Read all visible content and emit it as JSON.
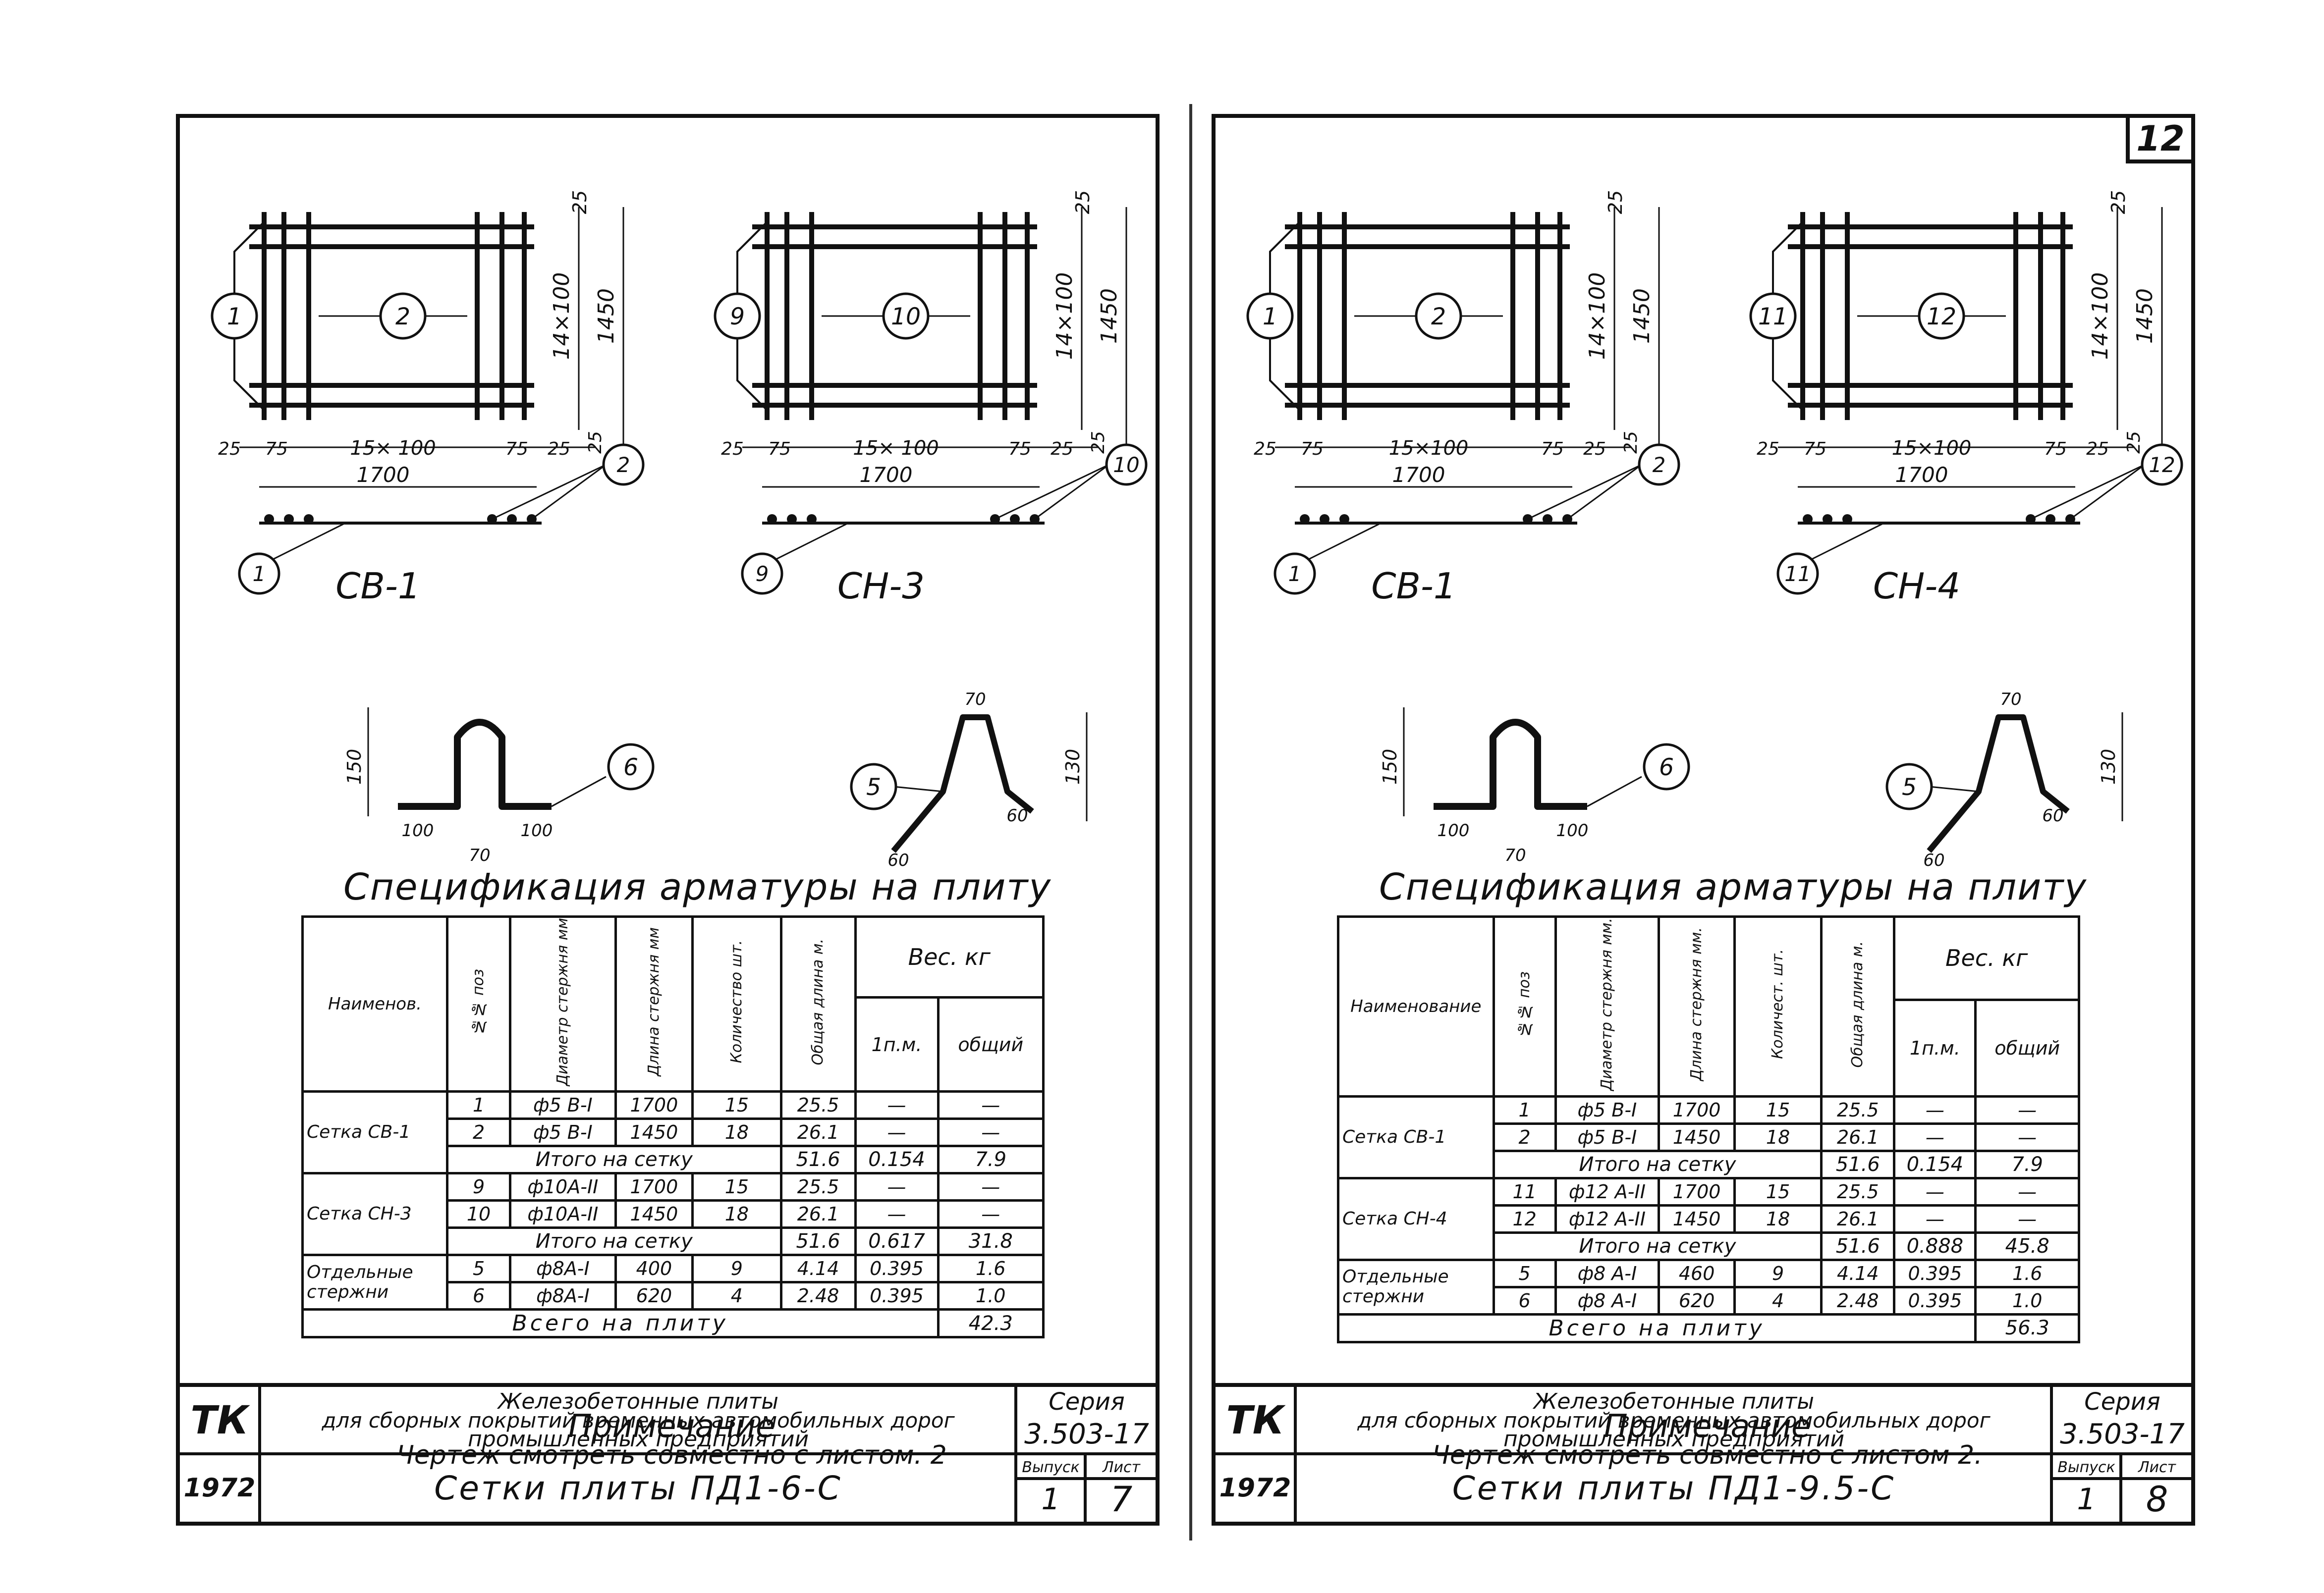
{
  "sheets": [
    {
      "mesh1": {
        "id": "СВ-1",
        "bar_long": "1",
        "bar_cross": "2",
        "dim_top": "25",
        "dim_pitch_v": "14×100",
        "dim_height": "1450",
        "dim_left": "25",
        "dim_l75": "75",
        "dim_pitch_h": "15× 100",
        "dim_r75": "75",
        "dim_r25": "25",
        "dim_b25": "25",
        "dim_length": "1700"
      },
      "mesh2": {
        "id": "СН-3",
        "bar_long": "9",
        "bar_cross": "10",
        "dim_top": "25",
        "dim_pitch_v": "14×100",
        "dim_height": "1450",
        "dim_left": "25",
        "dim_l75": "75",
        "dim_pitch_h": "15× 100",
        "dim_r75": "75",
        "dim_r25": "25",
        "dim_b25": "25",
        "dim_length": "1700"
      },
      "bend1": {
        "pos": "6",
        "h": "150",
        "left": "100",
        "mid": "70",
        "right": "100"
      },
      "bend2": {
        "pos": "5",
        "top": "70",
        "h": "130",
        "a1": "60",
        "a2": "60"
      },
      "spec_title": "Спецификация арматуры на плиту",
      "headers": {
        "name": "Наименов.",
        "pos": "№№ поз",
        "diam": "Диаметр стержня мм",
        "len": "Длина стержня мм",
        "qty": "Количество шт.",
        "total": "Общая длина м.",
        "weight": "Вес. кг",
        "per_m": "1п.м.",
        "overall": "общий"
      },
      "groups": [
        {
          "name": "Сетка СВ-1",
          "rows": [
            [
              "1",
              "ф5 В-I",
              "1700",
              "15",
              "25.5",
              "—",
              "—"
            ],
            [
              "2",
              "ф5 В-I",
              "1450",
              "18",
              "26.1",
              "—",
              "—"
            ]
          ],
          "subtotal": {
            "label": "Итого на сетку",
            "len": "51.6",
            "per_m": "0.154",
            "weight": "7.9"
          }
        },
        {
          "name": "Сетка СН-3",
          "rows": [
            [
              "9",
              "ф10А-II",
              "1700",
              "15",
              "25.5",
              "—",
              "—"
            ],
            [
              "10",
              "ф10А-II",
              "1450",
              "18",
              "26.1",
              "—",
              "—"
            ]
          ],
          "subtotal": {
            "label": "Итого на сетку",
            "len": "51.6",
            "per_m": "0.617",
            "weight": "31.8"
          }
        },
        {
          "name": "Отдельные стержни",
          "rows": [
            [
              "5",
              "ф8А-I",
              "400",
              "9",
              "4.14",
              "0.395",
              "1.6"
            ],
            [
              "6",
              "ф8А-I",
              "620",
              "4",
              "2.48",
              "0.395",
              "1.0"
            ]
          ]
        }
      ],
      "grand_total": {
        "label": "Всего на плиту",
        "value": "42.3"
      },
      "note_title": "Примечание",
      "note_text": "Чертеж смотреть совместно с листом. 2",
      "title_block": {
        "org": "ТК",
        "year": "1972",
        "desc1": "Железобетонные плиты",
        "desc2": "для сборных покрытий временных автомобильных дорог",
        "desc3": "промышленных предприятий",
        "series_label": "Серия",
        "series": "3.503-17",
        "issue_label": "Выпуск",
        "sheet_label": "Лист",
        "issue": "1",
        "sheet_no": "7",
        "name": "Сетки плиты ПД1-6-С"
      }
    },
    {
      "sheet_corner": "12",
      "mesh1": {
        "id": "СВ-1",
        "bar_long": "1",
        "bar_cross": "2",
        "dim_top": "25",
        "dim_pitch_v": "14×100",
        "dim_height": "1450",
        "dim_left": "25",
        "dim_l75": "75",
        "dim_pitch_h": "15×100",
        "dim_r75": "75",
        "dim_r25": "25",
        "dim_b25": "25",
        "dim_length": "1700"
      },
      "mesh2": {
        "id": "СН-4",
        "bar_long": "11",
        "bar_cross": "12",
        "dim_top": "25",
        "dim_pitch_v": "14×100",
        "dim_height": "1450",
        "dim_left": "25",
        "dim_l75": "75",
        "dim_pitch_h": "15×100",
        "dim_r75": "75",
        "dim_r25": "25",
        "dim_b25": "25",
        "dim_length": "1700"
      },
      "bend1": {
        "pos": "6",
        "h": "150",
        "left": "100",
        "mid": "70",
        "right": "100"
      },
      "bend2": {
        "pos": "5",
        "top": "70",
        "h": "130",
        "a1": "60",
        "a2": "60"
      },
      "spec_title": "Спецификация арматуры на плиту",
      "headers": {
        "name": "Наименование",
        "pos": "№№ поз",
        "diam": "Диаметр стержня мм.",
        "len": "Длина стержня мм.",
        "qty": "Количест. шт.",
        "total": "Общая длина м.",
        "weight": "Вес. кг",
        "per_m": "1п.м.",
        "overall": "общий"
      },
      "groups": [
        {
          "name": "Сетка СВ-1",
          "rows": [
            [
              "1",
              "ф5 В-I",
              "1700",
              "15",
              "25.5",
              "—",
              "—"
            ],
            [
              "2",
              "ф5 В-I",
              "1450",
              "18",
              "26.1",
              "—",
              "—"
            ]
          ],
          "subtotal": {
            "label": "Итого на сетку",
            "len": "51.6",
            "per_m": "0.154",
            "weight": "7.9"
          }
        },
        {
          "name": "Сетка СН-4",
          "rows": [
            [
              "11",
              "ф12 А-II",
              "1700",
              "15",
              "25.5",
              "—",
              "—"
            ],
            [
              "12",
              "ф12 А-II",
              "1450",
              "18",
              "26.1",
              "—",
              "—"
            ]
          ],
          "subtotal": {
            "label": "Итого на сетку",
            "len": "51.6",
            "per_m": "0.888",
            "weight": "45.8"
          }
        },
        {
          "name": "Отдельные стержни",
          "rows": [
            [
              "5",
              "ф8 А-I",
              "460",
              "9",
              "4.14",
              "0.395",
              "1.6"
            ],
            [
              "6",
              "ф8 А-I",
              "620",
              "4",
              "2.48",
              "0.395",
              "1.0"
            ]
          ]
        }
      ],
      "grand_total": {
        "label": "Всего на плиту",
        "value": "56.3"
      },
      "note_title": "Примечание",
      "note_text": "Чертеж смотреть совместно с листом 2.",
      "title_block": {
        "org": "ТК",
        "year": "1972",
        "desc1": "Железобетонные плиты",
        "desc2": "для сборных покрытий временных автомобильных дорог",
        "desc3": "промышленных предприятий",
        "series_label": "Серия",
        "series": "3.503-17",
        "issue_label": "Выпуск",
        "sheet_label": "Лист",
        "issue": "1",
        "sheet_no": "8",
        "name": "Сетки плиты ПД1-9.5-С"
      }
    }
  ]
}
